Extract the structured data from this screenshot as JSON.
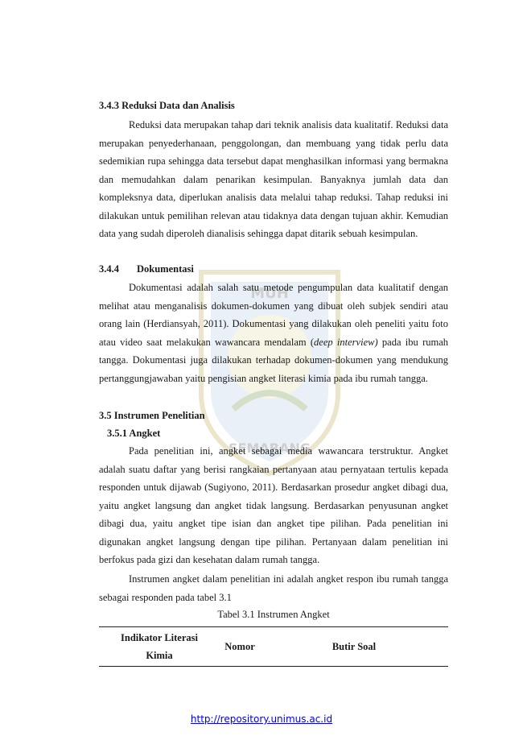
{
  "sections": {
    "s343_heading": "3.4.3 Reduksi Data dan Analisis",
    "s343_para": "Reduksi data merupakan tahap dari teknik analisis data kualitatif. Reduksi data merupakan penyederhanaan, penggolongan, dan membuang yang tidak perlu data sedemikian rupa sehingga data tersebut dapat menghasilkan informasi yang bermakna dan memudahkan dalam penarikan kesimpulan. Banyaknya jumlah data dan kompleksnya data, diperlukan analisis data melalui tahap reduksi. Tahap reduksi ini dilakukan untuk pemilihan relevan atau tidaknya data dengan tujuan akhir. Kemudian data yang sudah diperoleh dianalisis sehingga dapat ditarik sebuah kesimpulan.",
    "s344_number": "3.4.4",
    "s344_title": "Dokumentasi",
    "s344_para_a": "Dokumentasi adalah salah satu metode pengumpulan data kualitatif dengan melihat atau menganalisis dokumen-dokumen yang dibuat oleh subjek sendiri atau orang lain (Herdiansyah, 2011). Dokumentasi yang dilakukan oleh peneliti yaitu foto atau video saat melakukan wawancara mendalam (",
    "s344_para_italic": "deep interview)",
    "s344_para_b": " pada ibu rumah tangga. Dokumentasi juga dilakukan terhadap dokumen-dokumen yang mendukung pertanggungjawaban yaitu pengisian angket literasi kimia pada ibu rumah tangga.",
    "s35_heading": "3.5 Instrumen Penelitian",
    "s351_heading": "3.5.1 Angket",
    "s351_para1": "Pada penelitian ini, angket sebagai media wawancara terstruktur. Angket adalah suatu daftar yang berisi rangkaian pertanyaan atau pernyataan tertulis kepada responden untuk dijawab (Sugiyono, 2011). Berdasarkan prosedur angket dibagi dua, yaitu angket langsung dan angket tidak langsung. Berdasarkan penyusunan angket dibagi dua, yaitu angket tipe isian dan angket tipe pilihan. Pada penelitian ini digunakan angket langsung dengan tipe pilihan. Pertanyaan dalam penelitian ini berfokus pada gizi dan kesehatan dalam rumah tangga.",
    "s351_para2": "Instrumen angket dalam penelitian ini adalah angket respon ibu rumah tangga sebagai responden pada tabel 3.1"
  },
  "table": {
    "caption": "Tabel 3.1 Instrumen Angket",
    "col1_line1": "Indikator Literasi",
    "col1_line2": "Kimia",
    "col2": "Nomor",
    "col3": "Butir Soal"
  },
  "watermark_text_top": "MUH",
  "watermark_text_bottom": "SEMARANG",
  "footer": {
    "link_text": "http://repository.unimus.ac.id"
  }
}
